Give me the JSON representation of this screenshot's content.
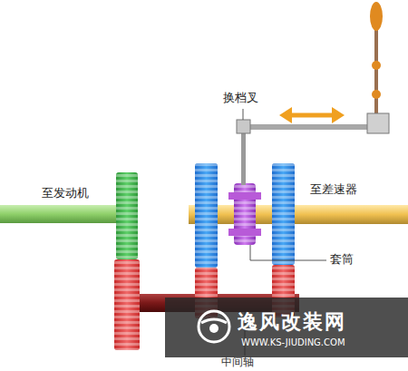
{
  "diagram": {
    "labels": [
      "换档叉",
      "至发动机",
      "至差速器",
      "套筒",
      "中间轴",
      "逸风改装网",
      "WWW.KS-JIUDING.COM"
    ]
  }
}
